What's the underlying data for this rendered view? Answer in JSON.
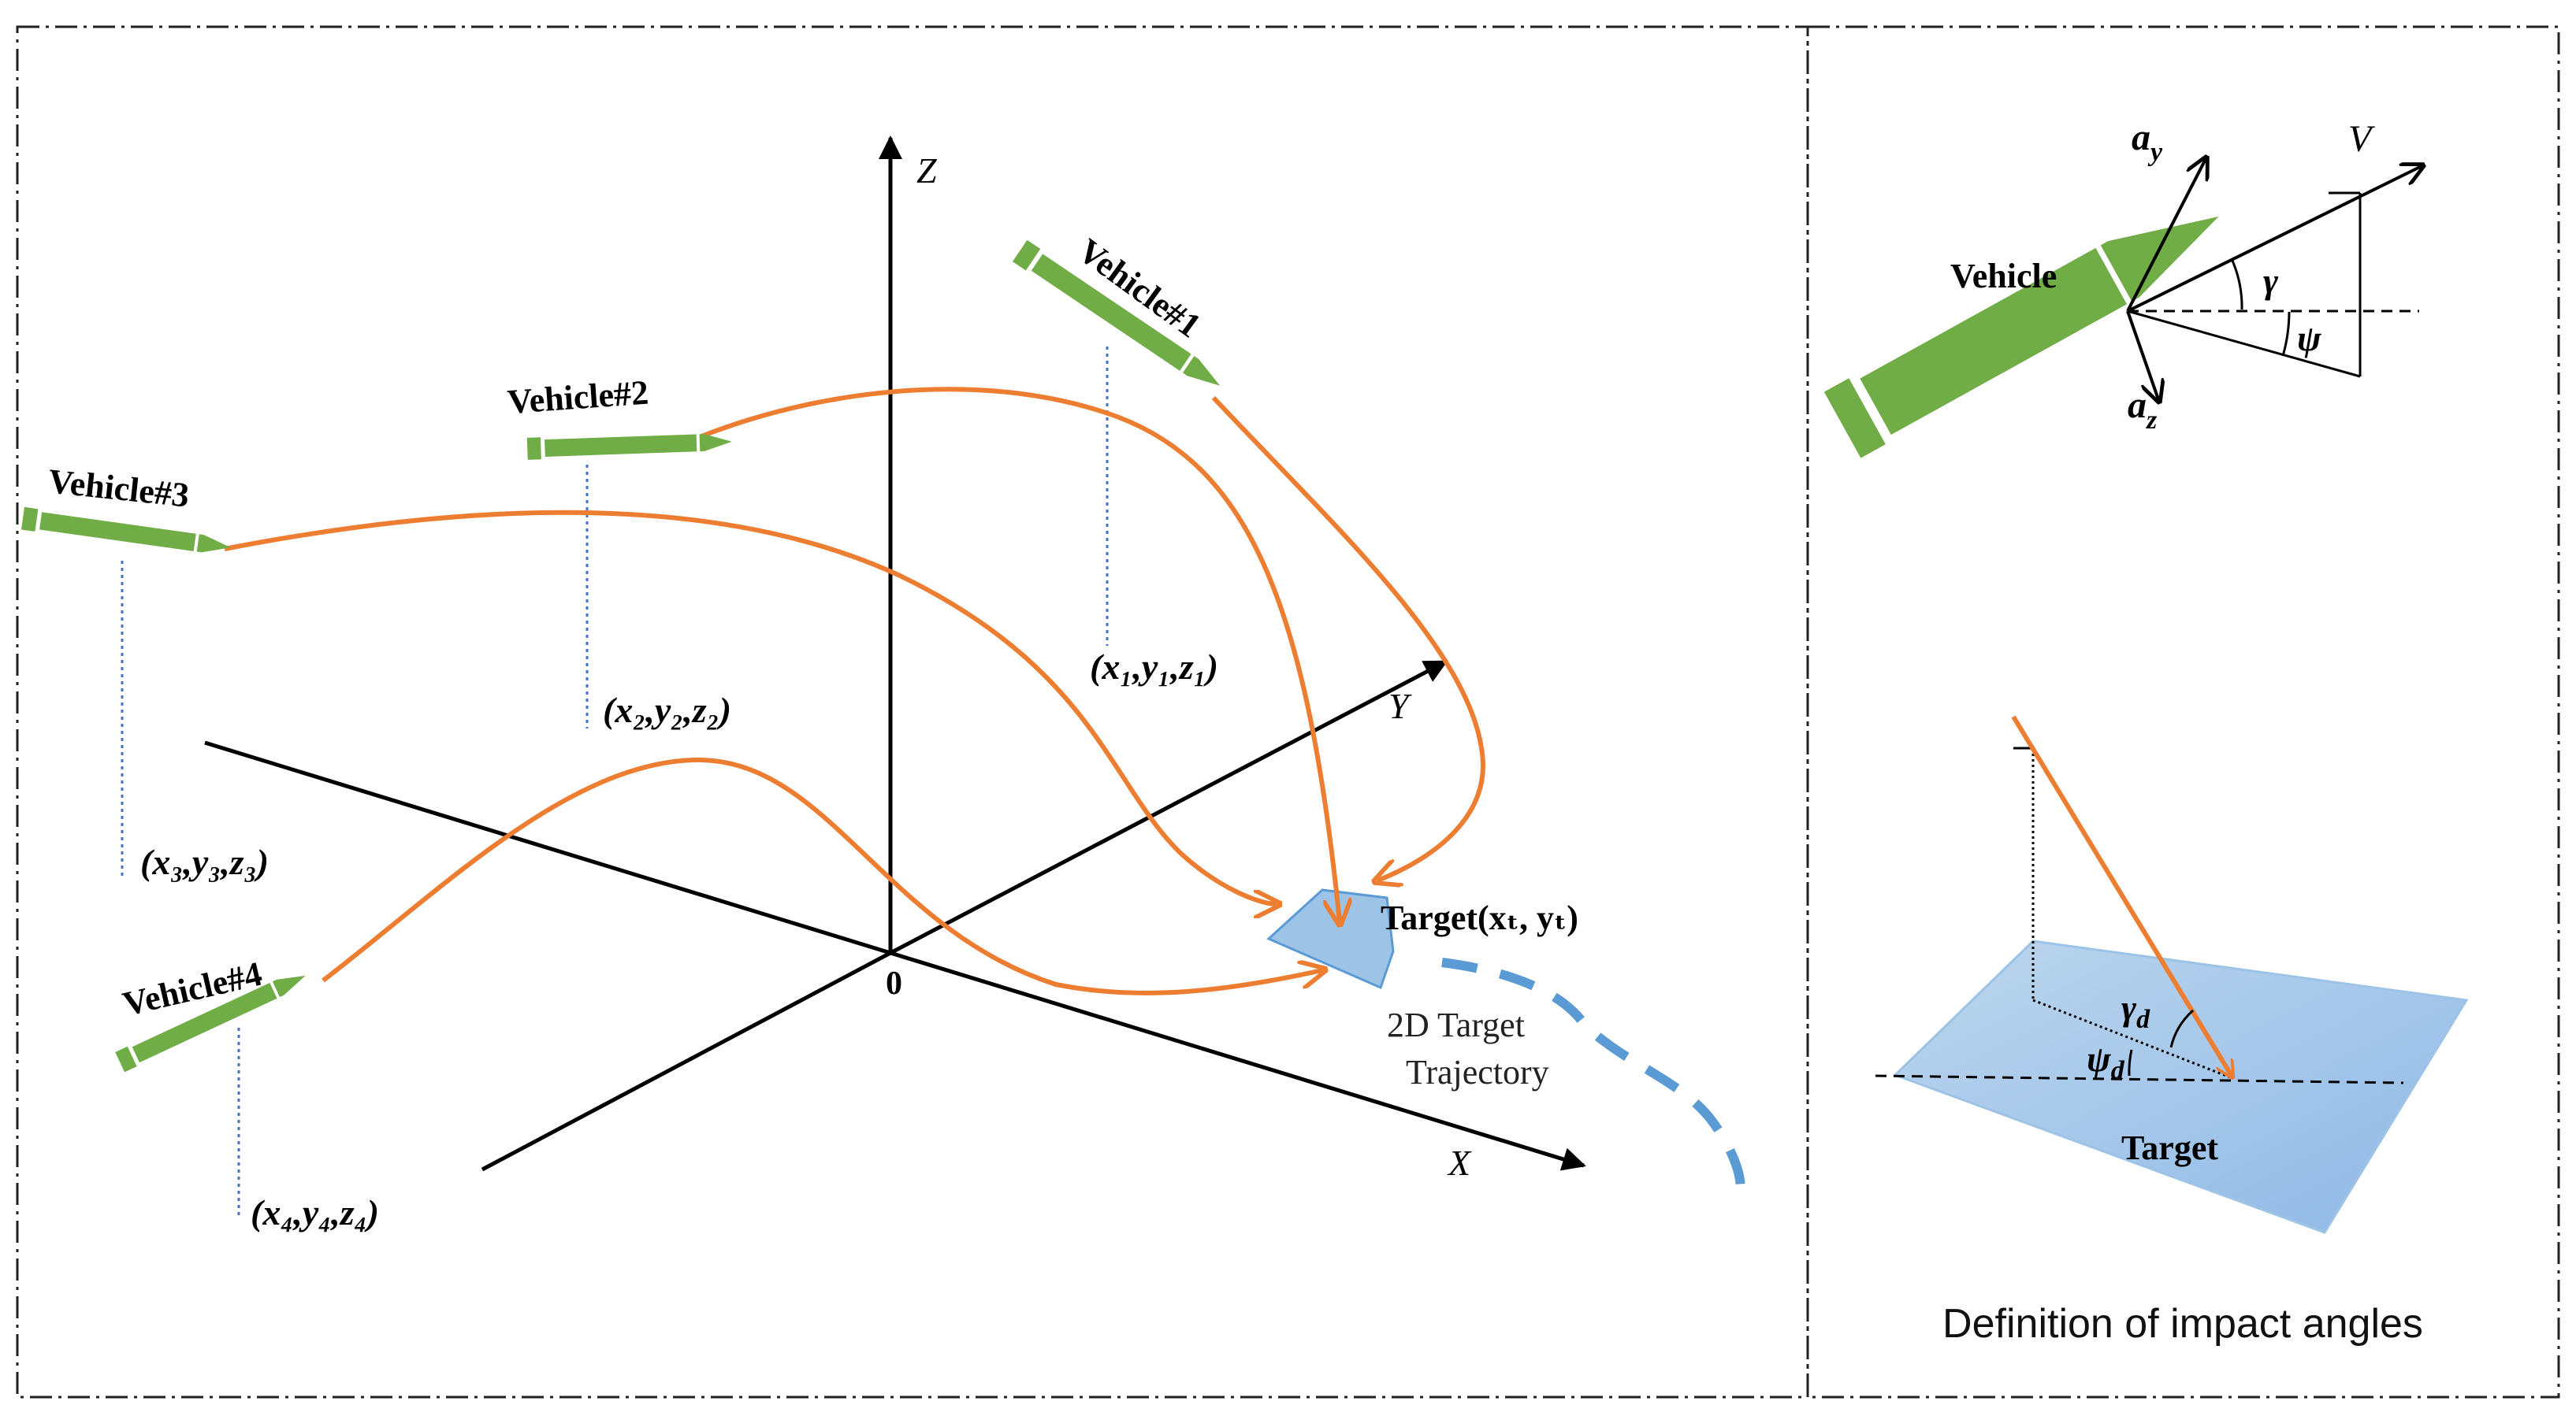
{
  "colors": {
    "trajectory": "#ED7D31",
    "vehicle": "#70AD47",
    "target_fill": "#9DC3E6",
    "target_path": "#5B9BD5",
    "axis": "#000000",
    "drop_line": "#4472C4"
  },
  "left_panel": {
    "axes": {
      "z": "Z",
      "y": "Y",
      "x": "X",
      "origin": "0"
    },
    "vehicles": [
      {
        "label": "Vehicle#1",
        "coord": "(x₁,y₁,z₁)"
      },
      {
        "label": "Vehicle#2",
        "coord": "(x₂,y₂,z₂)"
      },
      {
        "label": "Vehicle#3",
        "coord": "(x₃,y₃,z₃)"
      },
      {
        "label": "Vehicle#4",
        "coord": "(x₄,y₄,z₄)"
      }
    ],
    "target_label": "Target(xₜ, yₜ)",
    "target_trajectory_line1": "2D Target",
    "target_trajectory_line2": "Trajectory"
  },
  "right_panel": {
    "vehicle_label": "Vehicle",
    "velocity": "V",
    "ay": "a",
    "ay_sub": "y",
    "az": "a",
    "az_sub": "z",
    "gamma": "γ",
    "psi": "ψ",
    "gamma_d": "γ",
    "gamma_d_sub": "d",
    "psi_d": "ψ",
    "psi_d_sub": "d",
    "target_label": "Target",
    "caption": "Definition  of impact angles"
  }
}
